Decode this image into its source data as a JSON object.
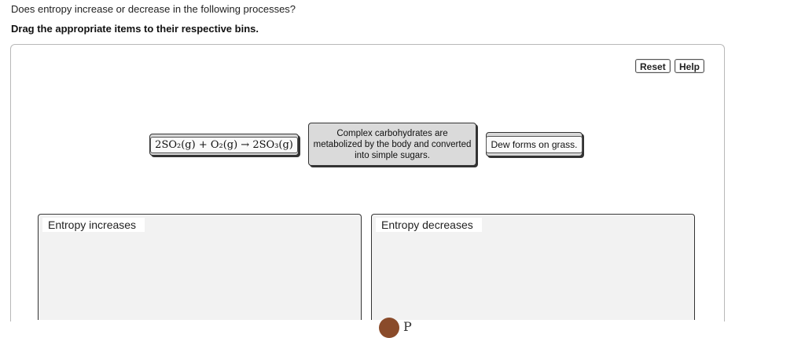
{
  "header": {
    "question": "Does entropy increase or decrease in the following processes?",
    "instruction": "Drag the appropriate items to their respective bins."
  },
  "controls": {
    "reset_label": "Reset",
    "help_label": "Help"
  },
  "items": [
    {
      "label": "2SO₂(g) + O₂(g) → 2SO₃(g)"
    },
    {
      "label": "Complex carbohydrates are metabolized by the body and converted into simple sugars."
    },
    {
      "label": "Dew forms on grass."
    }
  ],
  "bins": [
    {
      "label": "Entropy increases"
    },
    {
      "label": "Entropy decreases"
    }
  ],
  "footer": {
    "logo_letter": "P"
  },
  "colors": {
    "tile_bg": "#d8d8d8",
    "border": "#333333",
    "logo": "#8a4b2a"
  }
}
